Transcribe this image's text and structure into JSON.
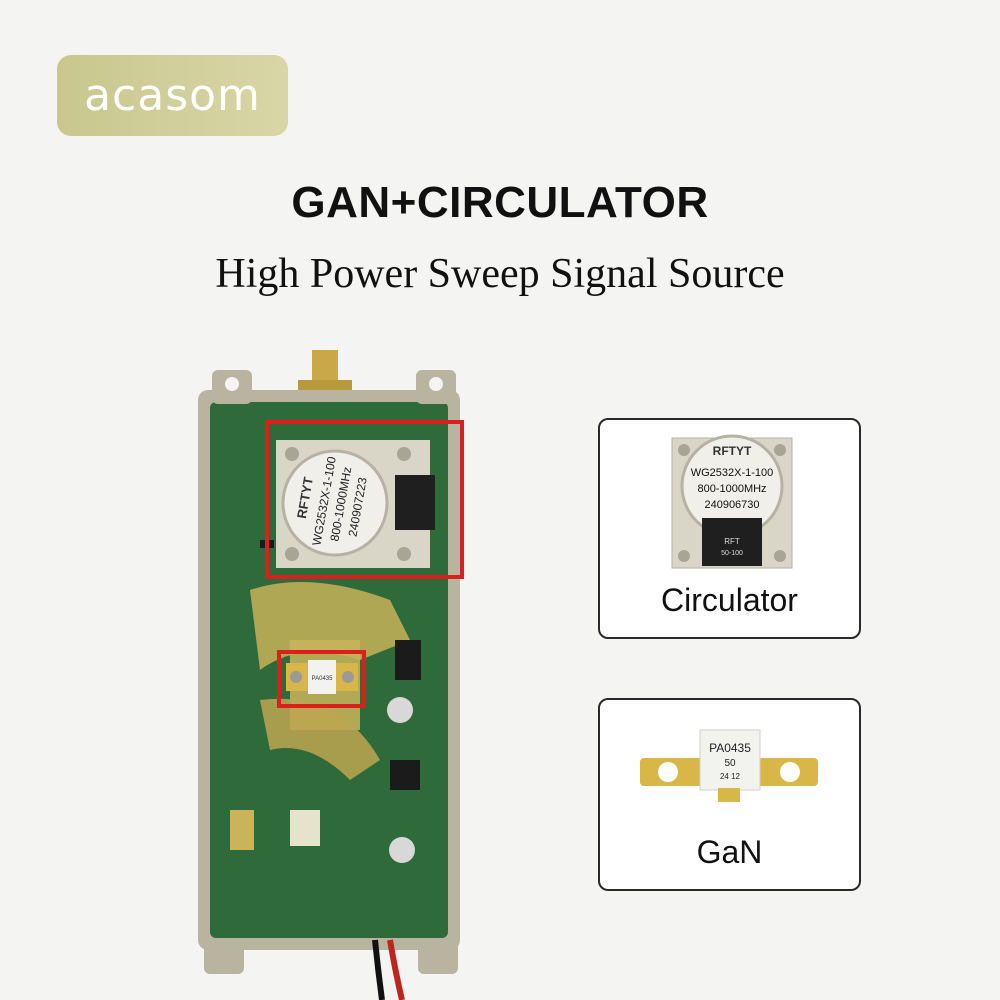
{
  "brand": {
    "logo_text": "acasom",
    "logo_color": "#cfcd98"
  },
  "header": {
    "title": "GAN+CIRCULATOR",
    "subtitle": "High Power Sweep Signal Source"
  },
  "device": {
    "circulator_brand": "RFTYT",
    "circulator_model": "WG2532X-1-100",
    "circulator_freq": "800-1000MHz",
    "circulator_serial": "240907223",
    "chip_label": "PA0435",
    "highlight_color": "#d9201c"
  },
  "cards": [
    {
      "label": "Circulator",
      "brand": "RFTYT",
      "model": "WG2532X-1-100",
      "freq": "800-1000MHz",
      "serial": "240906730",
      "tag1": "RFT",
      "tag2": "50-100"
    },
    {
      "label": "GaN",
      "chip_label": "PA0435",
      "chip_line2": "50",
      "chip_line3": "24 12"
    }
  ]
}
